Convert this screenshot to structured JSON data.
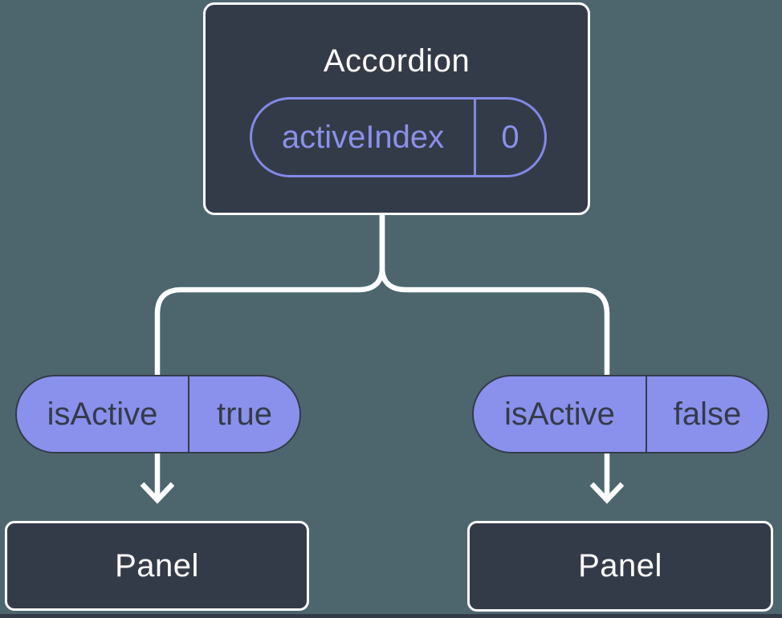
{
  "diagram_type": "react-component-tree",
  "root": {
    "title": "Accordion",
    "state": {
      "label": "activeIndex",
      "value": "0"
    }
  },
  "children": [
    {
      "prop": {
        "label": "isActive",
        "value": "true"
      },
      "title": "Panel"
    },
    {
      "prop": {
        "label": "isActive",
        "value": "false"
      },
      "title": "Panel"
    }
  ],
  "colors": {
    "background": "#4d666e",
    "node-fill": "#343b48",
    "node-border": "#ffffff",
    "accent-purple": "#8a91ec",
    "accent-purple-outline": "#8289e8",
    "connector": "#ffffff",
    "pill-text-dark": "#343b48",
    "title-text": "#ffffff"
  }
}
